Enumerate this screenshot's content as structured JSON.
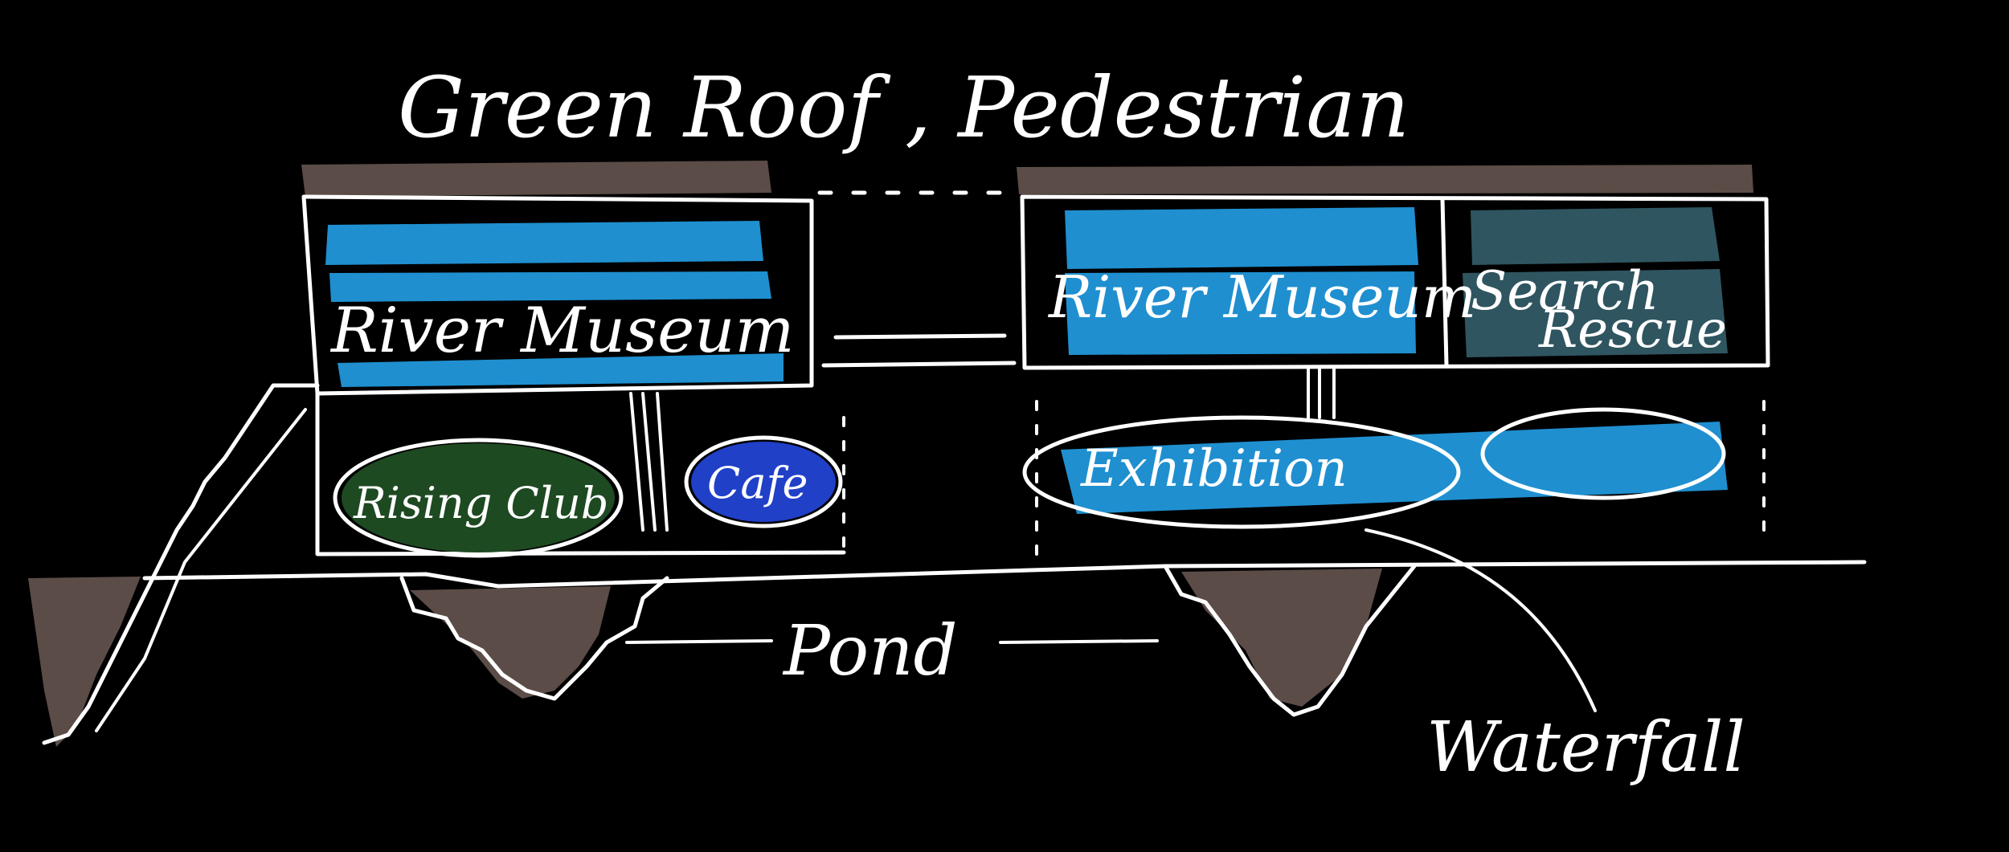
{
  "labels": {
    "title": "Green Roof , Pedestrian",
    "river_museum_left": "River Museum",
    "river_museum_right": "River Museum",
    "search_rescue_line1": "Search",
    "search_rescue_line2": "Rescue",
    "rising_club": "Rising Club",
    "cafe": "Cafe",
    "exhibition": "Exhibition",
    "pond": "Pond",
    "waterfall": "Waterfall"
  },
  "colors": {
    "background": "#000000",
    "ink": "#ffffff",
    "museum_blue": "#1f8fd0",
    "search_rescue_teal": "#2f5560",
    "club_green": "#1e4a22",
    "cafe_blue": "#2040c8",
    "earth_brown": "#5b4c47"
  }
}
